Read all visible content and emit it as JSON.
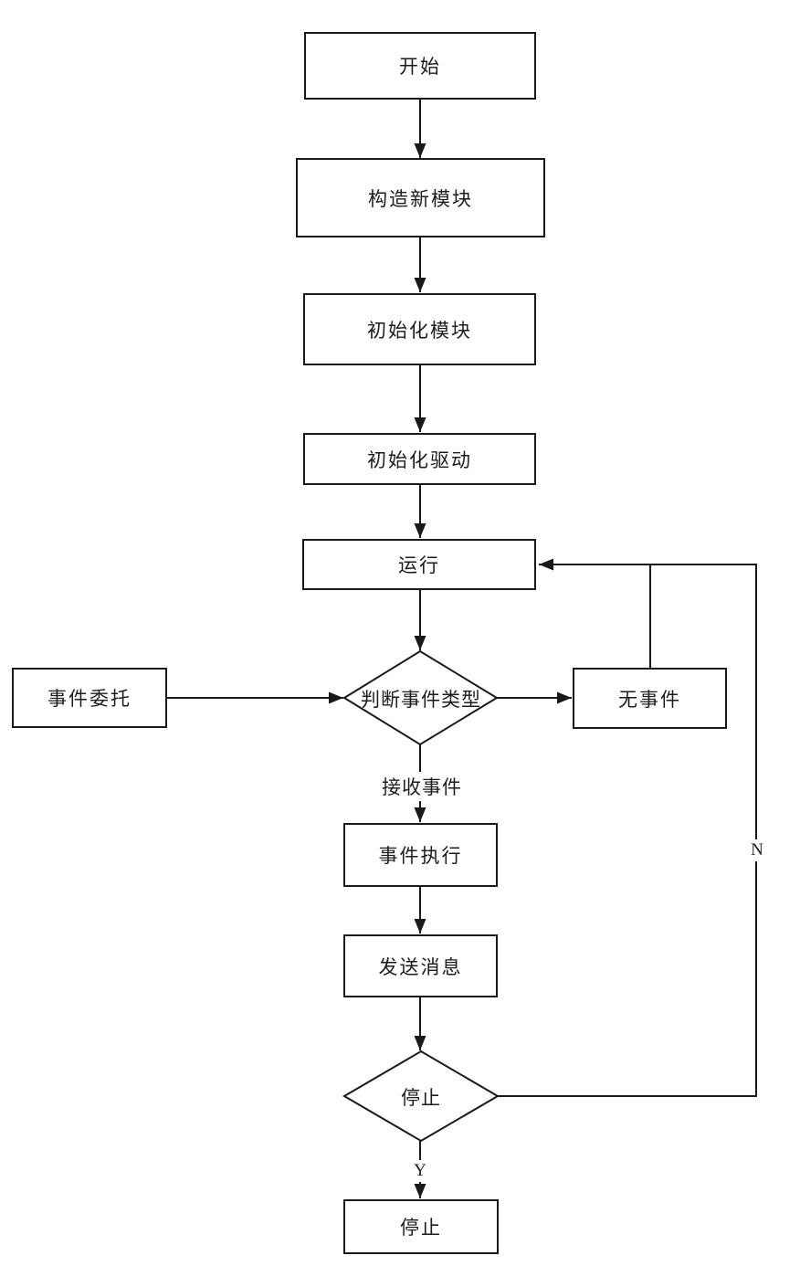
{
  "flowchart": {
    "nodes": [
      {
        "id": "start",
        "label": "开始",
        "shape": "rect"
      },
      {
        "id": "build-module",
        "label": "构造新模块",
        "shape": "rect"
      },
      {
        "id": "init-module",
        "label": "初始化模块",
        "shape": "rect"
      },
      {
        "id": "init-driver",
        "label": "初始化驱动",
        "shape": "rect"
      },
      {
        "id": "run",
        "label": "运行",
        "shape": "rect"
      },
      {
        "id": "event-delegate",
        "label": "事件委托",
        "shape": "rect"
      },
      {
        "id": "judge-event-type",
        "label": "判断事件类型",
        "shape": "diamond"
      },
      {
        "id": "no-event",
        "label": "无事件",
        "shape": "rect"
      },
      {
        "id": "event-execute",
        "label": "事件执行",
        "shape": "rect"
      },
      {
        "id": "send-message",
        "label": "发送消息",
        "shape": "rect"
      },
      {
        "id": "stop-decision",
        "label": "停止",
        "shape": "diamond"
      },
      {
        "id": "stop",
        "label": "停止",
        "shape": "rect"
      }
    ],
    "edge_labels": {
      "receive_event": "接收事件",
      "yes": "Y",
      "no": "N"
    },
    "colors": {
      "stroke": "#1a1a1a",
      "node_fill": "#ffffff",
      "background": "#ffffff"
    }
  }
}
